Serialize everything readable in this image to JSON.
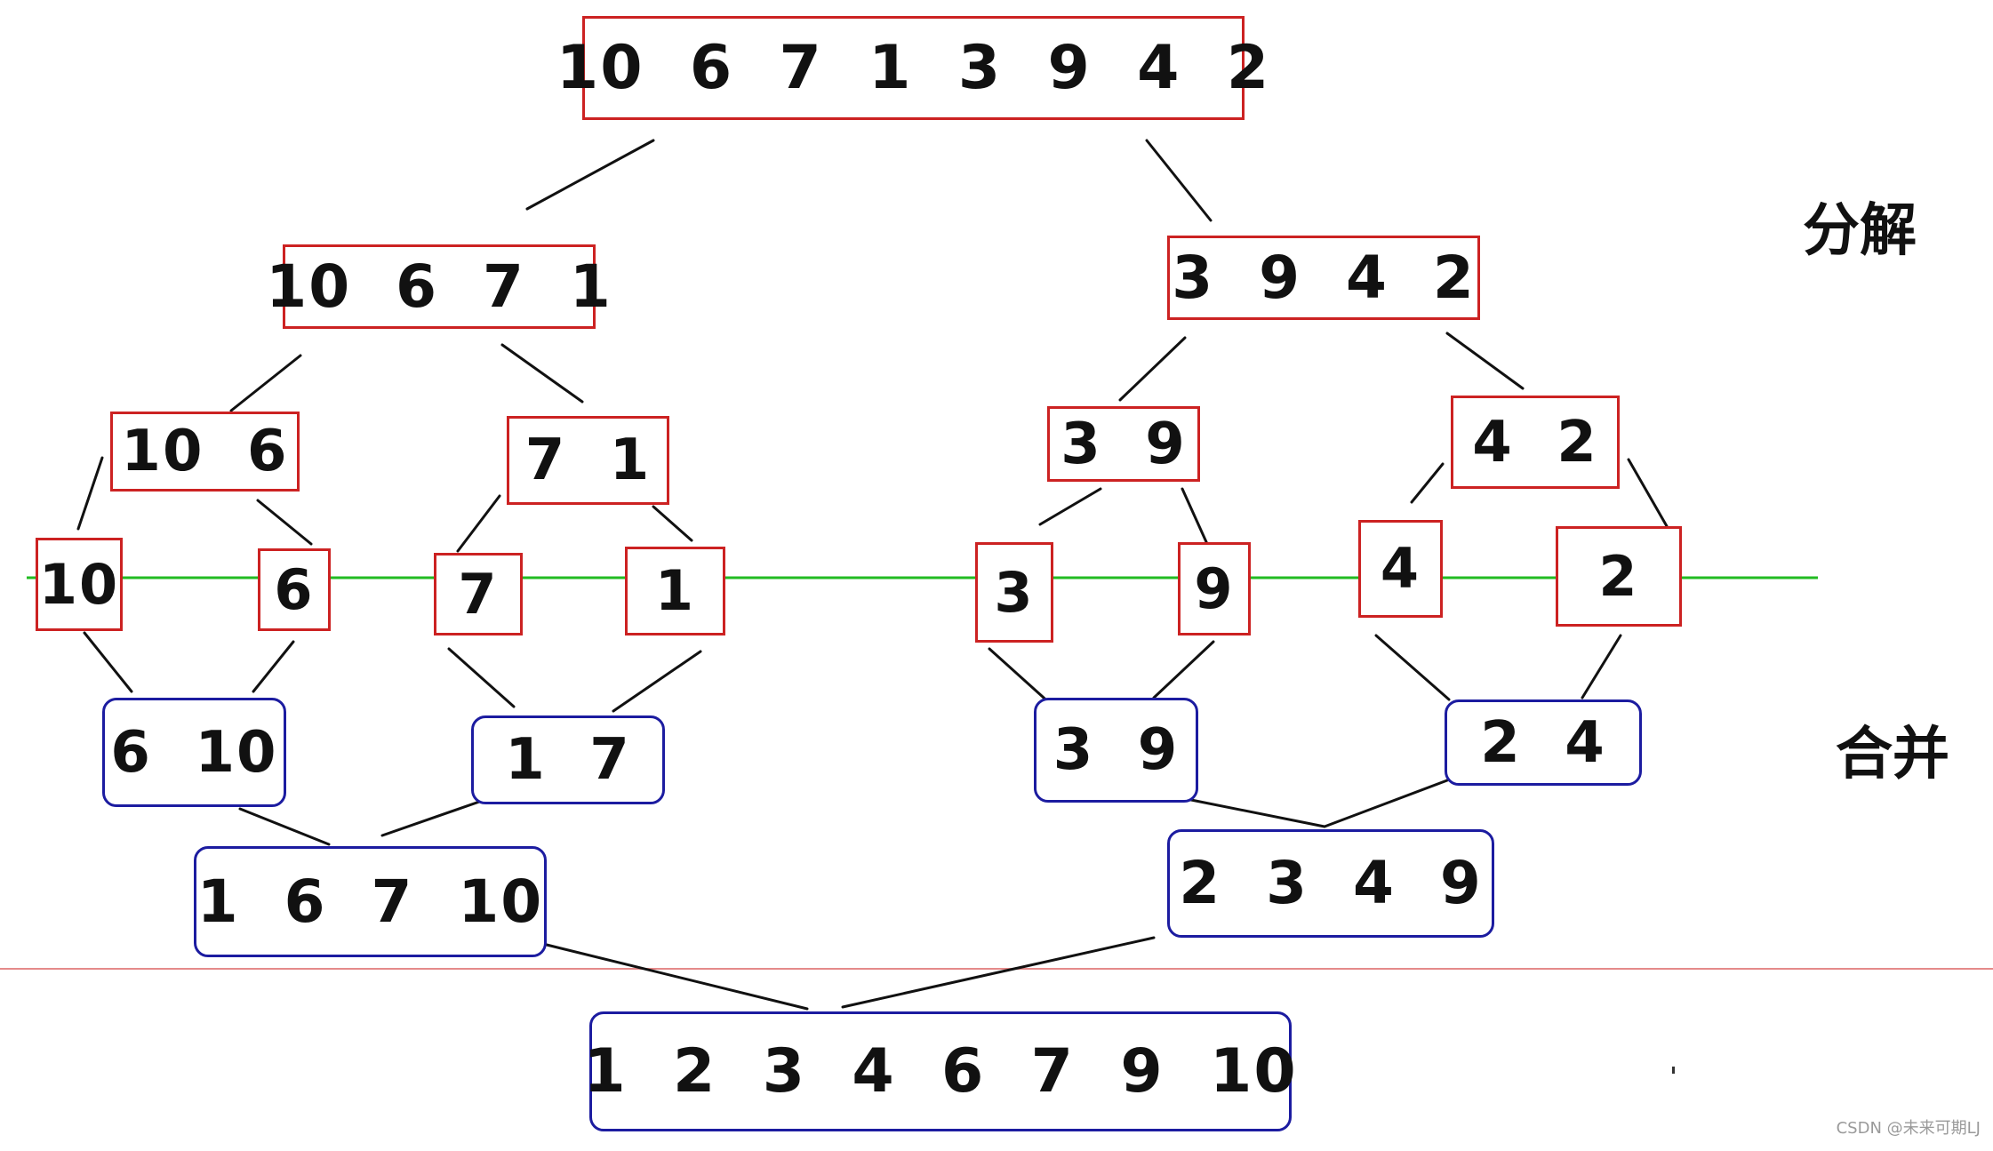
{
  "diagram": {
    "labels": {
      "split": "分解",
      "merge": "合并"
    },
    "watermark": "CSDN @未来可期LJ",
    "colors": {
      "split_border": "#cc2222",
      "merge_border": "#1c1ca0",
      "connector": "#111111",
      "divider": "#22bb22",
      "page_rule": "#e58a8a"
    },
    "split": {
      "root": "10  6  7  1  3  9  4  2",
      "left": "10  6  7  1",
      "right": "3  9  4  2",
      "ll": "10  6",
      "lr": "7  1",
      "rl": "3  9",
      "rr": "4  2",
      "leaves": [
        "10",
        "6",
        "7",
        "1",
        "3",
        "9",
        "4",
        "2"
      ]
    },
    "merge": {
      "m1": "6  10",
      "m2": "1  7",
      "m3": "3  9",
      "m4": "2  4",
      "m5": "1  6  7  10",
      "m6": "2  3  4  9",
      "final": "1  2  3  4  6  7  9  10"
    }
  }
}
